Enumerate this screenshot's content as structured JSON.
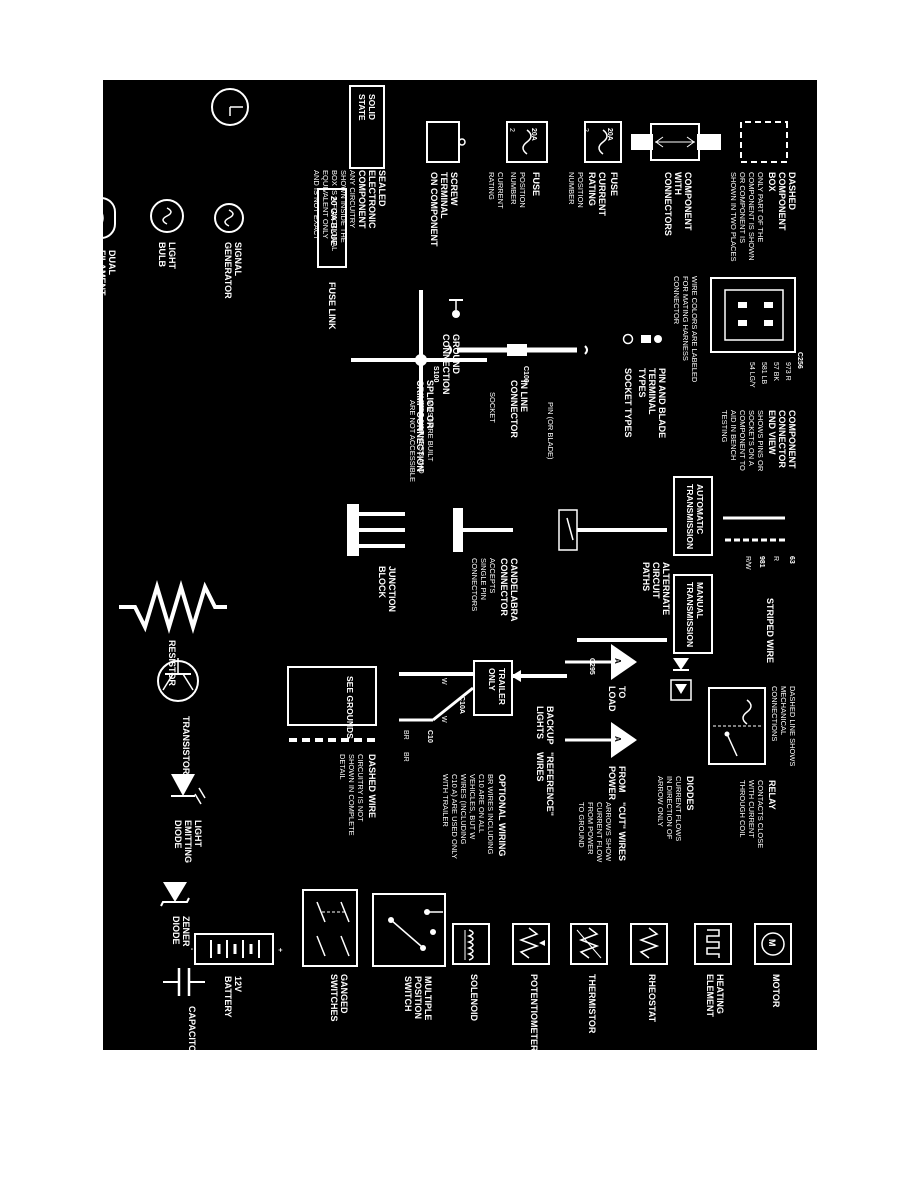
{
  "colors": {
    "background": "#000000",
    "ink": "#ffffff",
    "page": "#ffffff"
  },
  "row1": {
    "dashed_component": {
      "title": "DASHED\nCOMPONENT\nBOX",
      "desc": "ONLY PART OF THE\nCOMPONENT IS SHOWN\nOR COMPONENT IS\nSHOWN IN TWO PLACES"
    },
    "component_connectors": {
      "title": "COMPONENT\nWITH\nCONNECTORS"
    },
    "fuse": {
      "rating": "20A",
      "position": "2",
      "label": "FUSE",
      "current_rating": "CURRENT\nRATING",
      "position_number": "POSITION\nNUMBER"
    },
    "fuse2": {
      "rating": "20A",
      "position": "2",
      "label": "FUSE",
      "current_rating": "CURRENT\nRATING",
      "position_number": "POSITION\nNUMBER"
    },
    "screw_terminal": {
      "title": "SCREW\nTERMINAL\nON COMPONENT"
    },
    "solid_state": {
      "box": "SOLID\nSTATE",
      "title": "SEALED\nELECTRONIC\nCOMPONENT",
      "desc": "ANY CIRCUITRY\nSHOWN INSIDE THE\nBOX IS A FUNCTIONAL\nEQUIVALENT ONLY\nAND IS NOT EXACT"
    },
    "clock": {
      "name": "clock-icon"
    },
    "signal_generator": {
      "title": "SIGNAL\nGENERATOR"
    }
  },
  "row2": {
    "c256": {
      "id": "C256",
      "wires": [
        "973 R",
        "57 BK",
        "581 LB",
        "54 LG/Y"
      ],
      "note": "WIRE COLORS ARE LABELED\nFOR MATING HARNESS\nCONNECTOR",
      "title": "COMPONENT\nCONNECTOR\nEND VIEW",
      "desc": "SHOWS PINS OR\nSOCKETS ON A\nCOMPONENT TO\nAID IN BENCH\nTESTING"
    },
    "terminals": {
      "title": "PIN AND BLADE\nTERMINAL\nTYPES",
      "socket": "SOCKET TYPES"
    },
    "inline": {
      "id": "C100",
      "title": "IN LINE\nCONNECTOR",
      "socket": "SOCKET",
      "pin": "PIN (OR BLADE)"
    },
    "splice": {
      "id": "S100",
      "title": "SPLICE OR\nCRIMP CONNECTION",
      "desc": "MOST ARE BUILT\nINTO HARNESS AND\nARE NOT ACCESSIBLE"
    },
    "ground": {
      "title": "GROUND\nCONNECTION"
    },
    "fuse_link": {
      "wire": "20 GA BLUE",
      "title": "FUSE LINK"
    },
    "light_bulb": {
      "title": "LIGHT\nBULB"
    },
    "dual_bulb": {
      "title": "DUAL\nFILAMENT\nLIGHT\nBULB"
    }
  },
  "row3": {
    "striped": {
      "n1": "63",
      "c1": "R",
      "n2": "981",
      "c2": "R/W",
      "title": "STRIPED WIRE"
    },
    "alternate": {
      "auto": "AUTOMATIC\nTRANSMISSION",
      "manual": "MANUAL\nTRANSMISSION",
      "id": "C295",
      "title": "ALTERNATE\nCIRCUIT\nPATHS"
    },
    "candelabra": {
      "title": "CANDELABRA\nCONNECTOR",
      "desc": "ACCEPTS\nSINGLE PIN\nCONNECTORS"
    },
    "junction": {
      "title": "JUNCTION\nBLOCK"
    },
    "resistor": {
      "title": "RESISTOR"
    }
  },
  "row4": {
    "relay": {
      "dashed": "DASHED LINE SHOWS\nMECHANICAL\nCONNECTIONS",
      "title": "RELAY",
      "desc": "CONTACTS CLOSE\nWITH CURRENT\nTHROUGH COIL"
    },
    "diodes": {
      "title": "DIODES",
      "desc": "CURRENT FLOWS\nIN DIRECTION OF\nARROW ONLY"
    },
    "cut": {
      "tag": "A",
      "to_load": "TO\nLOAD",
      "from_power": "FROM\nPOWER",
      "title": "\"CUT\" WIRES",
      "desc": "ARROWS SHOW\nCURRENT FLOW\nFROM POWER\nTO GROUND"
    },
    "reference": {
      "wire": "BACKUP\nLIGHTS",
      "title": "\"REFERENCE\"\nWIRES"
    },
    "optional": {
      "box": "TRAILER\nONLY",
      "c1": "C10A",
      "c2": "C10",
      "w1": "W",
      "w2": "W",
      "br1": "BR",
      "br2": "BR",
      "title": "OPTIONAL WIRING",
      "desc": "BR WIRES INCLUDING\nC10 ARE ON ALL\nVEHICLES, BUT W\nWIRES (INCLUDING\nC10 A) ARE USED ONLY\nWITH TRAILER"
    },
    "dashed_wire": {
      "box": "SEE GROUNDS",
      "title": "DASHED WIRE",
      "desc": "CIRCUITRY IS NOT\nSHOWN IN COMPLETE\nDETAIL"
    },
    "transistor": {
      "title": "TRANSISTOR"
    },
    "led": {
      "title": "LIGHT\nEMITTING\nDIODE"
    }
  },
  "row5": {
    "motor": {
      "symbol": "M",
      "title": "MOTOR"
    },
    "heating": {
      "title": "HEATING\nELEMENT"
    },
    "rheostat": {
      "title": "RHEOSTAT"
    },
    "thermistor": {
      "title": "THERMISTOR"
    },
    "potentiometer": {
      "title": "POTENTIOMETER"
    },
    "solenoid": {
      "title": "SOLENOID"
    },
    "multiple": {
      "title": "MULTIPLE\nPOSITION\nSWITCH"
    },
    "ganged": {
      "title": "GANGED\nSWITCHES"
    },
    "battery": {
      "title": "12V\nBATTERY",
      "plus": "+",
      "minus": "-"
    },
    "zener": {
      "title": "ZENER\nDIODE"
    },
    "capacitor": {
      "title": "CAPACITOR"
    }
  }
}
